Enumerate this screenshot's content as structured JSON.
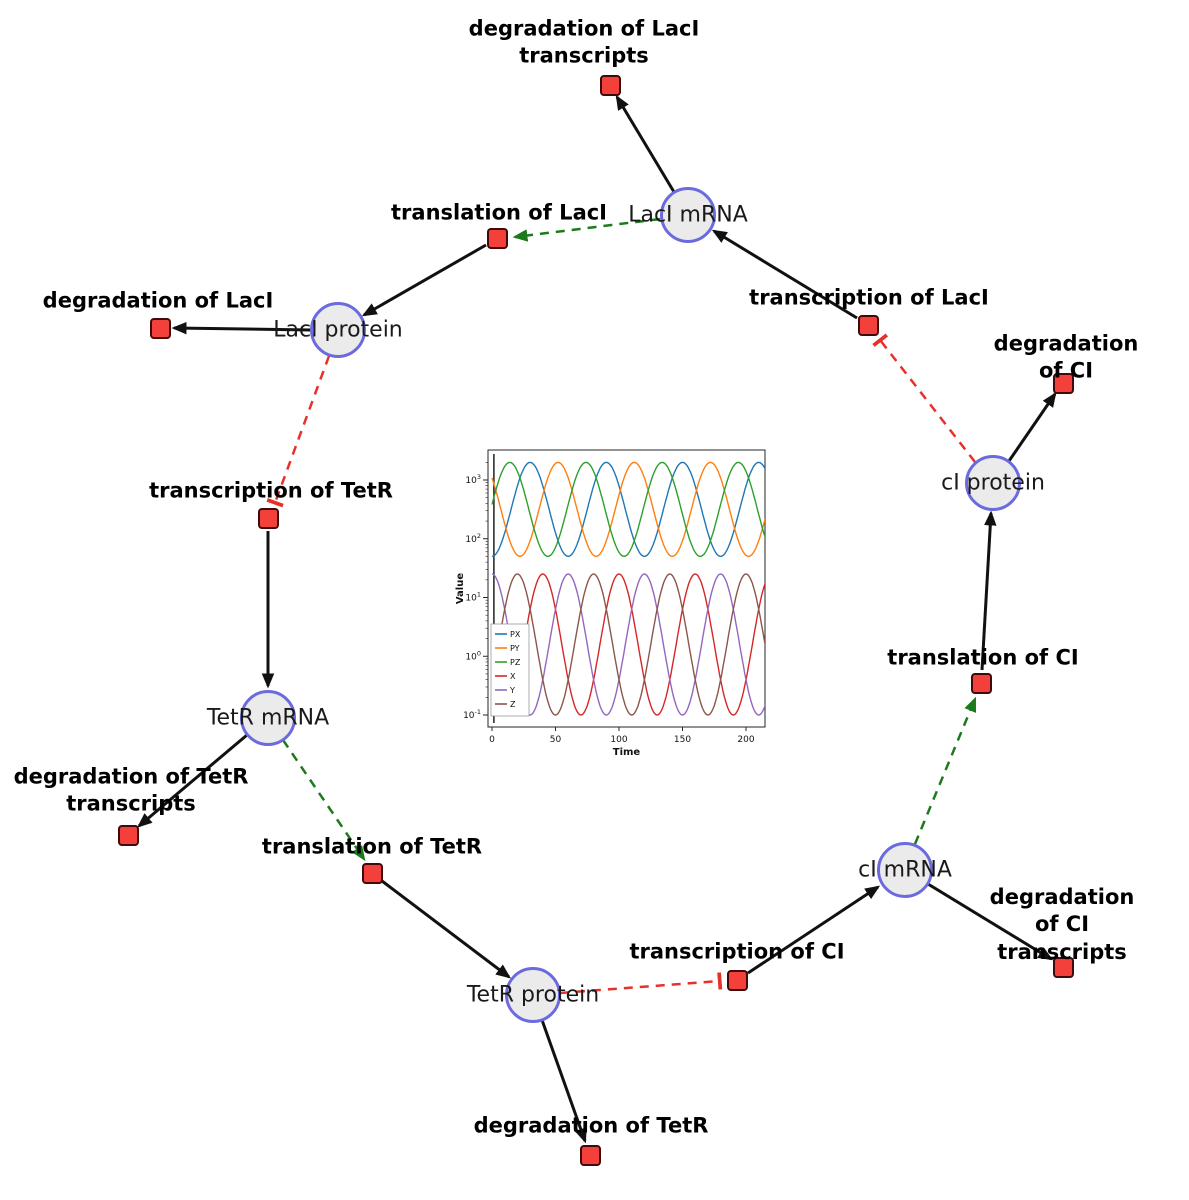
{
  "species": {
    "laci_mrna": "LacI mRNA",
    "laci_protein": "LacI protein",
    "tetr_mrna": "TetR mRNA",
    "tetr_protein": "TetR protein",
    "ci_mrna": "cI mRNA",
    "ci_protein": "cI protein"
  },
  "reactions": {
    "degradation_laci_transcripts": "degradation of LacI\ntranscripts",
    "translation_laci": "translation of LacI",
    "transcription_laci": "transcription of LacI",
    "degradation_laci": "degradation of LacI",
    "degradation_ci": "degradation of CI",
    "transcription_tetr": "transcription of TetR",
    "degradation_tetr_transcripts": "degradation of TetR\ntranscripts",
    "translation_tetr": "translation of TetR",
    "translation_ci": "translation of CI",
    "degradation_ci_transcripts": "degradation of CI\ntranscripts",
    "transcription_ci": "transcription of CI",
    "degradation_tetr": "degradation of TetR"
  },
  "edge_colors": {
    "reaction": "#111111",
    "activation": "#1c7a1c",
    "inhibition": "#e8302a"
  },
  "edges": [
    {
      "from": "LacI mRNA",
      "to": "degradation of LacI transcripts",
      "type": "reaction"
    },
    {
      "from": "translation of LacI",
      "to": "LacI protein",
      "type": "reaction"
    },
    {
      "from": "transcription of LacI",
      "to": "LacI mRNA",
      "type": "reaction"
    },
    {
      "from": "LacI protein",
      "to": "degradation of LacI",
      "type": "reaction"
    },
    {
      "from": "cI protein",
      "to": "degradation of CI",
      "type": "reaction"
    },
    {
      "from": "transcription of TetR",
      "to": "TetR mRNA",
      "type": "reaction"
    },
    {
      "from": "TetR mRNA",
      "to": "degradation of TetR transcripts",
      "type": "reaction"
    },
    {
      "from": "translation of TetR",
      "to": "TetR protein",
      "type": "reaction"
    },
    {
      "from": "transcription of CI",
      "to": "cI mRNA",
      "type": "reaction"
    },
    {
      "from": "cI mRNA",
      "to": "degradation of CI transcripts",
      "type": "reaction"
    },
    {
      "from": "translation of CI",
      "to": "cI protein",
      "type": "reaction"
    },
    {
      "from": "TetR protein",
      "to": "degradation of TetR",
      "type": "reaction"
    },
    {
      "from": "LacI mRNA",
      "to": "translation of LacI",
      "type": "activation"
    },
    {
      "from": "TetR mRNA",
      "to": "translation of TetR",
      "type": "activation"
    },
    {
      "from": "cI mRNA",
      "to": "translation of CI",
      "type": "activation"
    },
    {
      "from": "LacI protein",
      "to": "transcription of TetR",
      "type": "inhibition"
    },
    {
      "from": "cI protein",
      "to": "transcription of LacI",
      "type": "inhibition"
    },
    {
      "from": "TetR protein",
      "to": "transcription of CI",
      "type": "inhibition"
    }
  ],
  "chart_data": {
    "type": "line",
    "xlabel": "Time",
    "ylabel": "Value",
    "x_ticks": [
      0,
      50,
      100,
      150,
      200
    ],
    "xlim": [
      -3,
      215
    ],
    "y_scale": "log",
    "y_tick_exponents": [
      -1,
      0,
      1,
      2,
      3
    ],
    "ylim_exponents": [
      -1.2,
      3.5
    ],
    "legend_position": "lower-left",
    "series": [
      {
        "name": "PX",
        "color": "#1f77b4",
        "log_mid": 2.5,
        "log_amp": 0.8,
        "period": 60,
        "peak_t": 30
      },
      {
        "name": "PY",
        "color": "#ff7f0e",
        "log_mid": 2.5,
        "log_amp": 0.8,
        "period": 60,
        "peak_t": 52
      },
      {
        "name": "PZ",
        "color": "#2ca02c",
        "log_mid": 2.5,
        "log_amp": 0.8,
        "period": 60,
        "peak_t": 74
      },
      {
        "name": "X",
        "color": "#d62728",
        "log_mid": 0.2,
        "log_amp": 1.2,
        "period": 60,
        "peak_t": 40
      },
      {
        "name": "Y",
        "color": "#9467bd",
        "log_mid": 0.2,
        "log_amp": 1.2,
        "period": 60,
        "peak_t": 60
      },
      {
        "name": "Z",
        "color": "#8c564b",
        "log_mid": 0.2,
        "log_amp": 1.2,
        "period": 60,
        "peak_t": 20
      }
    ]
  }
}
